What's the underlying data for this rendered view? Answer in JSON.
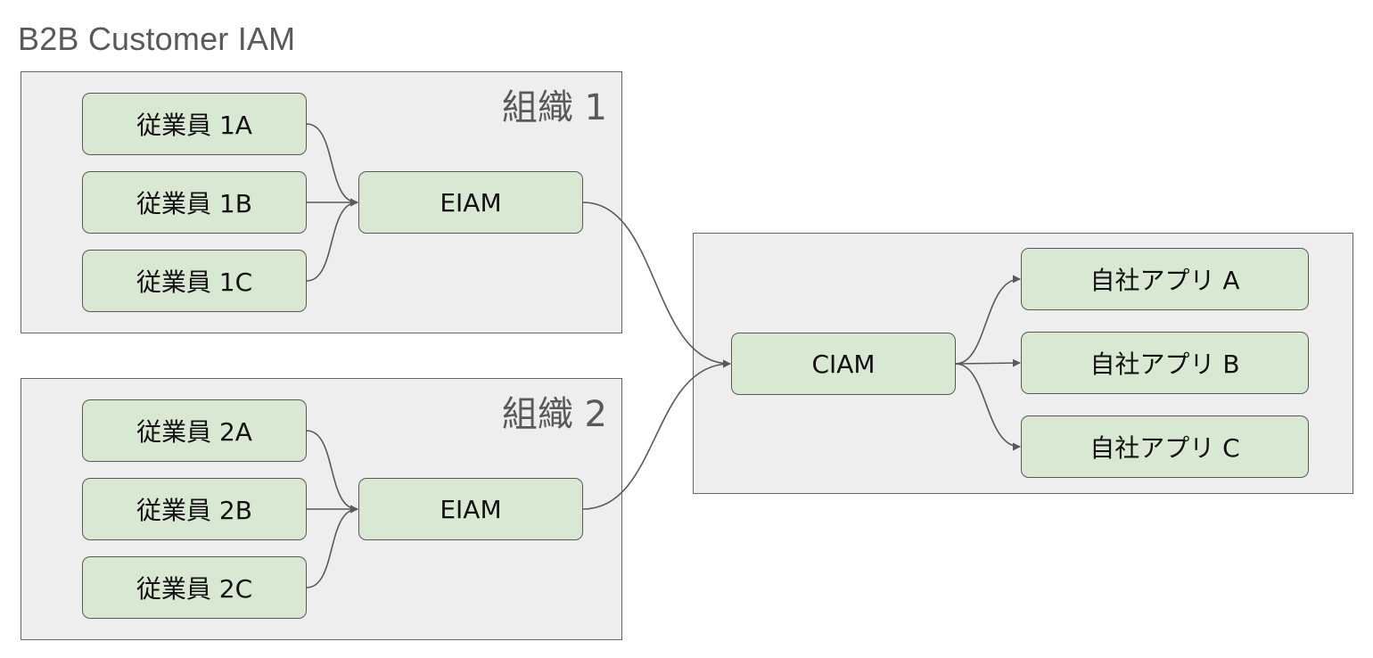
{
  "title": "B2B Customer IAM",
  "org1": {
    "label": "組織 1",
    "employees": [
      "従業員 1A",
      "従業員 1B",
      "従業員 1C"
    ],
    "eiam": "EIAM"
  },
  "org2": {
    "label": "組織 2",
    "employees": [
      "従業員 2A",
      "従業員 2B",
      "従業員 2C"
    ],
    "eiam": "EIAM"
  },
  "ciam": {
    "label": "CIAM",
    "apps": [
      "自社アプリ A",
      "自社アプリ B",
      "自社アプリ C"
    ]
  },
  "colors": {
    "node_fill": "#d9e8d3",
    "group_fill": "#eeeeee",
    "stroke": "#595959"
  }
}
